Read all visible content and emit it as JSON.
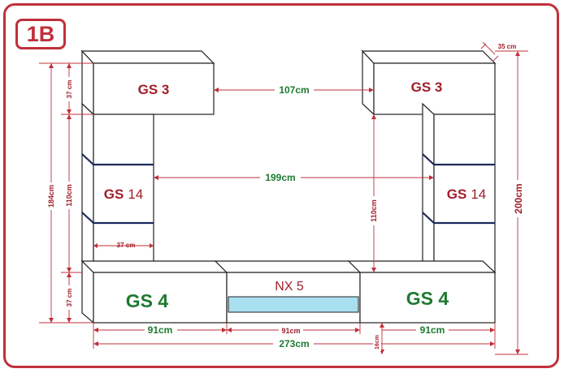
{
  "badge": "1B",
  "modules": {
    "top_left": "GS 3",
    "top_right": "GS 3",
    "mid_left_a": "GS",
    "mid_left_b": "14",
    "mid_right_a": "GS",
    "mid_right_b": "14",
    "bottom_left": "GS 4",
    "bottom_center": "NX 5",
    "bottom_right": "GS 4"
  },
  "dimensions": {
    "gap_top": "107cm",
    "gap_inner": "199cm",
    "depth": "35 cm",
    "module_width": "37 cm",
    "left_37_top": "37 cm",
    "left_110": "110cm",
    "left_37_bottom": "37 cm",
    "left_184": "184cm",
    "right_110": "110cm",
    "right_200": "200cm",
    "w_left": "91cm",
    "w_center": "91cm",
    "w_right": "91cm",
    "w_total": "273cm",
    "leg": "16cm"
  },
  "colors": {
    "frame": "#c0303a",
    "label_red": "#a01e28",
    "label_green": "#1e7a32",
    "shelf": "#1b2a5a",
    "glass": "#a8e0f0"
  }
}
